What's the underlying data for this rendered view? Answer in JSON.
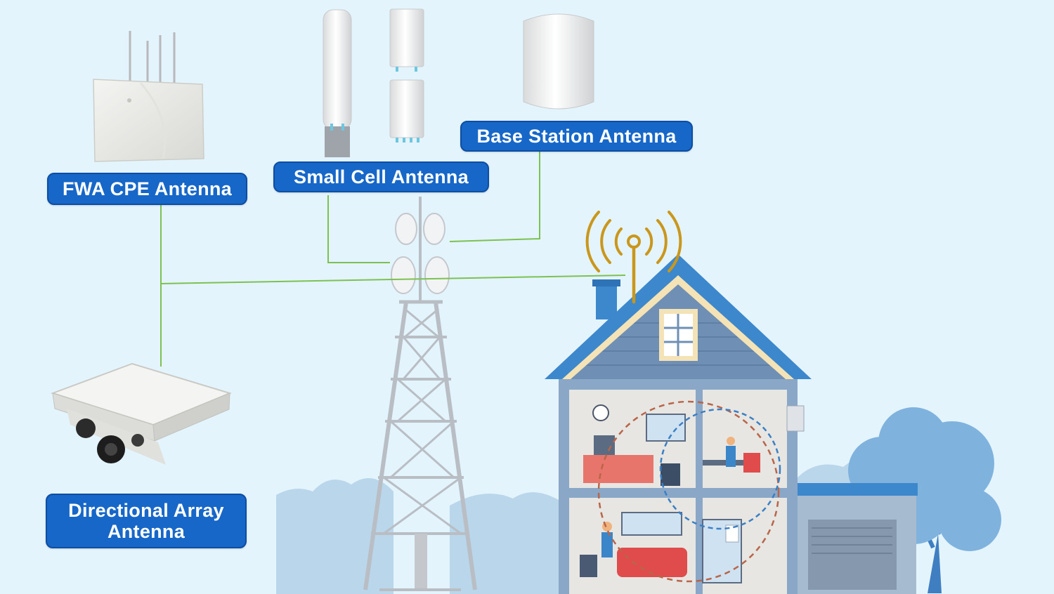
{
  "labels": {
    "fwa_cpe": "FWA CPE Antenna",
    "small_cell": "Small Cell Antenna",
    "base_station": "Base Station Antenna",
    "directional_line1": "Directional Array",
    "directional_line2": "Antenna"
  },
  "colors": {
    "background": "#e4f4fc",
    "label_fill": "#1767c9",
    "connector_line": "#7cc152",
    "signal_waves": "#c9971c",
    "roof": "#3d87cc",
    "walls": "#8aa7c8",
    "tower": "#b9bec4"
  }
}
